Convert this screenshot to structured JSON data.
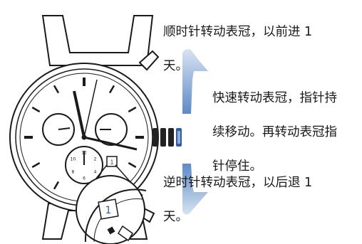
{
  "instructions": {
    "clockwise_line1": "顺时针转动表冠，以前进 1",
    "clockwise_line2": "天。",
    "fast_line1": "快速转动表冠，指针持",
    "fast_line2": "续移动。再转动表冠指",
    "fast_line3": "针停住。",
    "counter_line1": "逆时针转动表冠，以后退 1",
    "counter_line2": "天。"
  },
  "watch": {
    "dial_numerals": [
      "12",
      "2",
      "4",
      "6",
      "8",
      "10"
    ],
    "date_value": "1"
  },
  "colors": {
    "line": "#1a1a1a",
    "arrow_blue": "#4f7fc0",
    "arrow_light": "#c6d6ea",
    "crown_blue": "#2d5ea8"
  }
}
